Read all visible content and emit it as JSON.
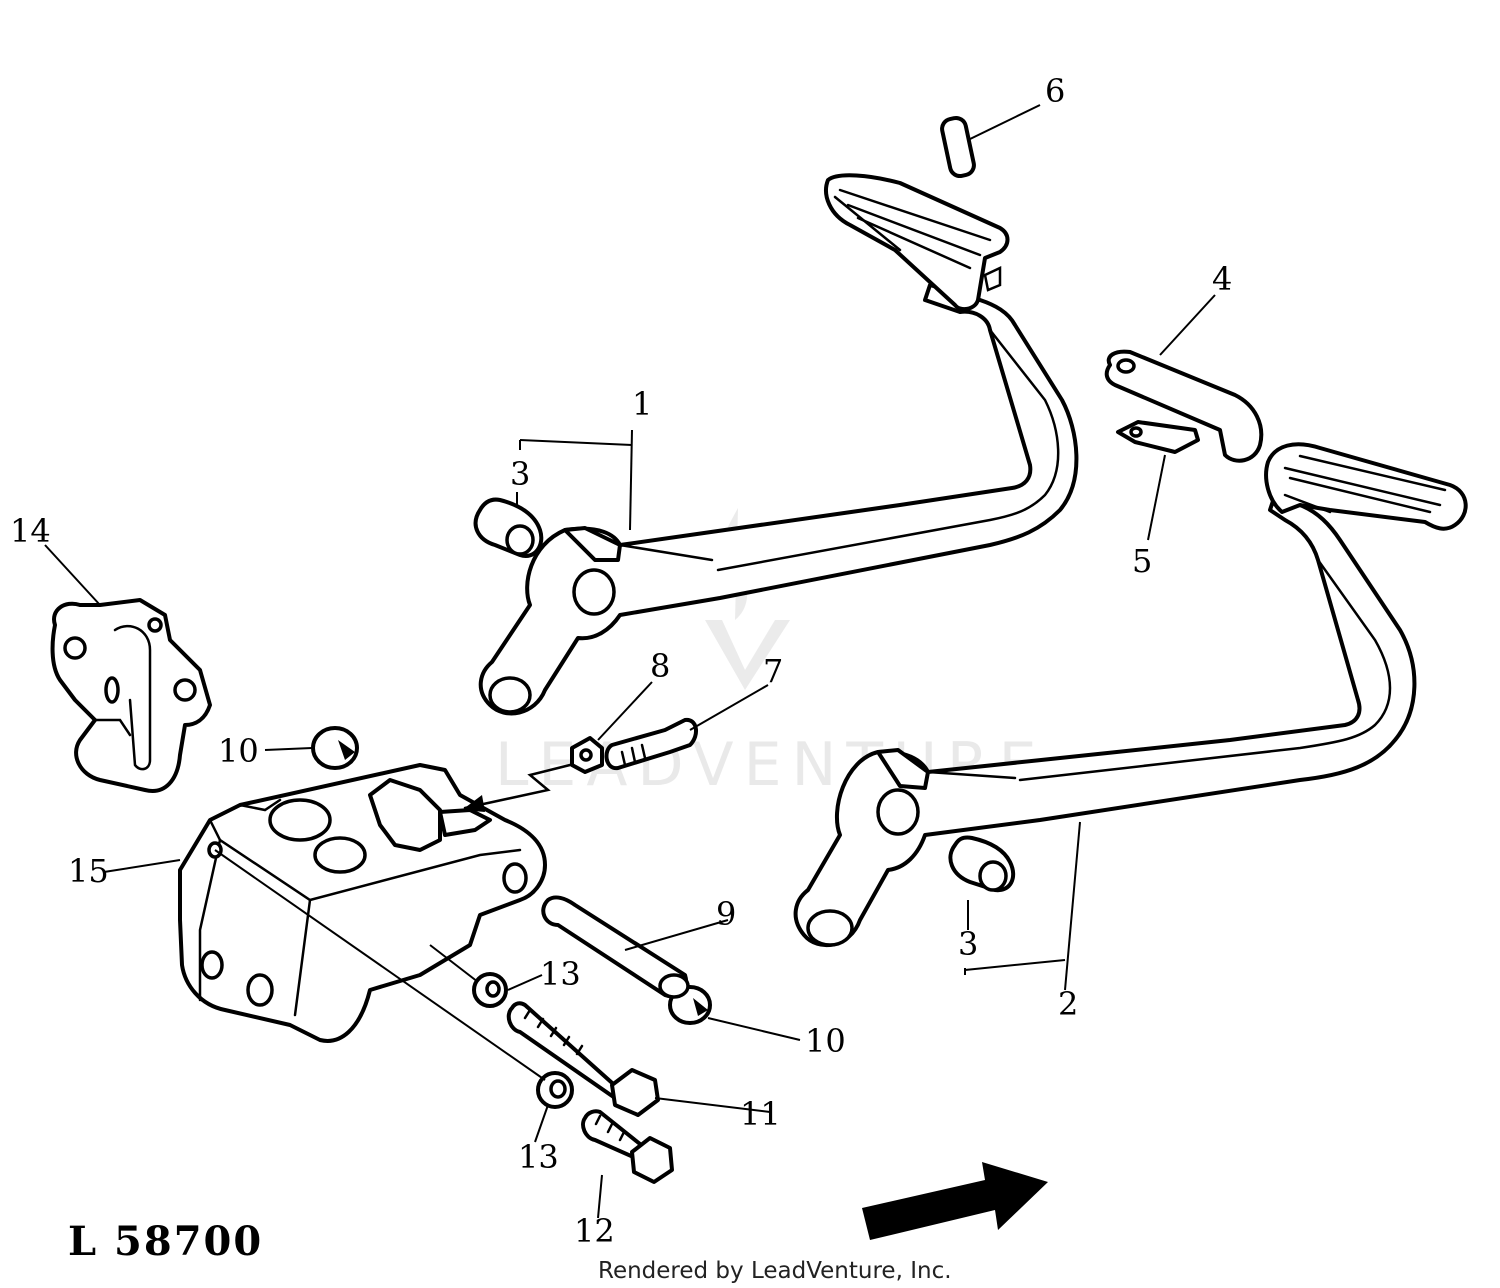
{
  "diagram": {
    "figure_number": "L 58700",
    "credit": "Rendered by LeadVenture, Inc.",
    "watermark": "LEADVENTURE",
    "callouts": [
      {
        "id": "c1",
        "text": "1"
      },
      {
        "id": "c2",
        "text": "2"
      },
      {
        "id": "c3a",
        "text": "3"
      },
      {
        "id": "c3b",
        "text": "3"
      },
      {
        "id": "c4",
        "text": "4"
      },
      {
        "id": "c5",
        "text": "5"
      },
      {
        "id": "c6",
        "text": "6"
      },
      {
        "id": "c7",
        "text": "7"
      },
      {
        "id": "c8",
        "text": "8"
      },
      {
        "id": "c9",
        "text": "9"
      },
      {
        "id": "c10a",
        "text": "10"
      },
      {
        "id": "c10b",
        "text": "10"
      },
      {
        "id": "c11",
        "text": "11"
      },
      {
        "id": "c12",
        "text": "12"
      },
      {
        "id": "c13a",
        "text": "13"
      },
      {
        "id": "c13b",
        "text": "13"
      },
      {
        "id": "c14",
        "text": "14"
      },
      {
        "id": "c15",
        "text": "15"
      }
    ]
  }
}
